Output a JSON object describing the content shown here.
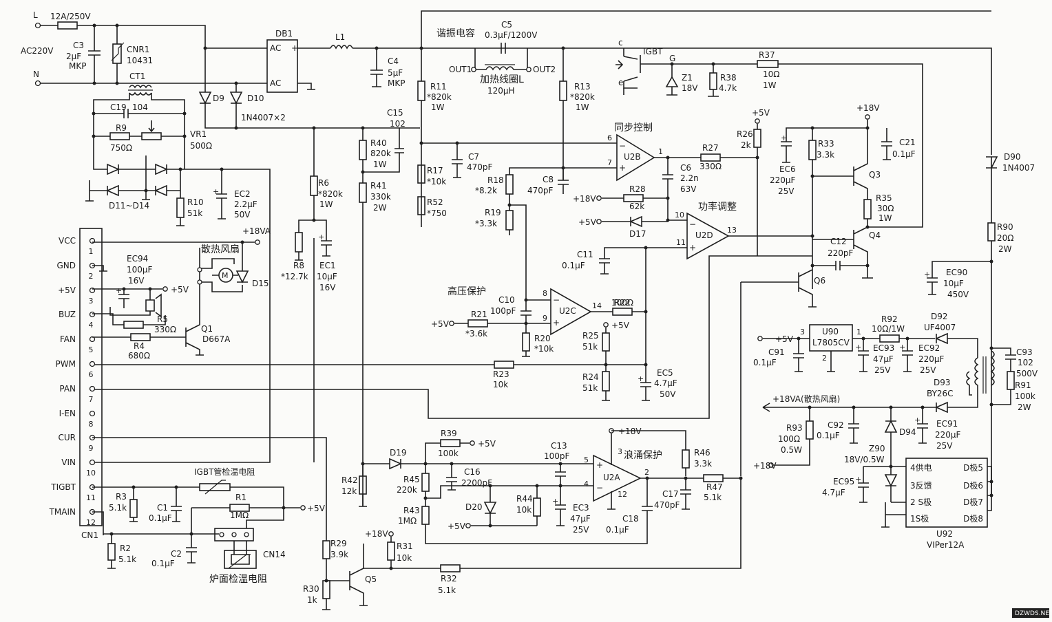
{
  "input": {
    "L": "L",
    "N": "N",
    "ac": "AC220V",
    "fuse": "12A/250V",
    "C3": [
      "C3",
      "2μF",
      "MKP"
    ],
    "CNR1": [
      "CNR1",
      "10431"
    ],
    "CT1": "CT1"
  },
  "rect": {
    "DB1": "DB1",
    "ac1": "AC",
    "ac2": "AC",
    "plus": "+",
    "L1": "L1",
    "C4": [
      "C4",
      "5μF",
      "MKP"
    ],
    "D9": "D9",
    "D10": "D10",
    "diodes": "1N4007×2"
  },
  "res": {
    "C5": [
      "C5",
      "0.3μF/1200V"
    ],
    "res_cap": "谐振电容",
    "out1": "OUT1",
    "out2": "OUT2",
    "coil": [
      "加热线圈L",
      "120μH"
    ],
    "R11": [
      "R11",
      "*820k",
      "1W"
    ],
    "R13": [
      "R13",
      "*820k",
      "1W"
    ],
    "igbt": "IGBT",
    "c": "c",
    "e": "e",
    "G": "G",
    "Z1": [
      "Z1",
      "18V"
    ],
    "R38": [
      "R38",
      "4.7k"
    ],
    "R37": [
      "R37",
      "10Ω",
      "1W"
    ]
  },
  "ct": {
    "C19": "C19",
    "C19v": "104",
    "R9": [
      "R9",
      "750Ω"
    ],
    "VR1": [
      "VR1",
      "500Ω"
    ],
    "D11": "D11~D14",
    "R10": [
      "R10",
      "51k"
    ],
    "EC2": [
      "EC2",
      "2.2μF",
      "50V"
    ]
  },
  "mid": {
    "C15": [
      "C15",
      "102"
    ],
    "R40": [
      "R40",
      "820k",
      "1W"
    ],
    "R41": [
      "R41",
      "330k",
      "2W"
    ],
    "R6": [
      "R6",
      "*820k",
      "1W"
    ],
    "R8": [
      "R8",
      "*12.7k"
    ],
    "EC1": [
      "EC1",
      "10μF",
      "16V"
    ],
    "C7": [
      "C7",
      "470pF"
    ],
    "R17": [
      "R17",
      "*10k"
    ],
    "R52": [
      "R52",
      "*750"
    ],
    "R18": [
      "R18",
      "*8.2k"
    ],
    "R19": [
      "R19",
      "*3.3k"
    ],
    "C8": [
      "C8",
      "470pF"
    ]
  },
  "sync": {
    "title": "同步控制",
    "U2B": "U2B",
    "R27": [
      "R27",
      "330Ω"
    ],
    "R26": [
      "R26",
      "2k"
    ],
    "C6": [
      "C6",
      "2.2n",
      "63V"
    ],
    "R28": [
      "R28",
      "62k"
    ],
    "v18": "+18V",
    "v5": "+5V",
    "p6": "6",
    "p7": "7",
    "p1": "1",
    "minus": "−",
    "plus": "+"
  },
  "power": {
    "title": "功率调整",
    "U2D": "U2D",
    "D17": "D17",
    "C11": [
      "C11",
      "0.1μF"
    ],
    "p10": "10",
    "p11": "11",
    "p13": "13",
    "v5": "+5V"
  },
  "hv": {
    "title": "高压保护",
    "U2C": "U2C",
    "C10": [
      "C10",
      "100pF"
    ],
    "R21": [
      "R21",
      "*3.6k"
    ],
    "R20": [
      "R20",
      "*10k"
    ],
    "R22": [
      "R22",
      "100Ω"
    ],
    "R25": [
      "R25",
      "51k"
    ],
    "R24": [
      "R24",
      "51k"
    ],
    "R23": [
      "R23",
      "10k"
    ],
    "EC5": [
      "EC5",
      "4.7μF",
      "50V"
    ],
    "p8": "8",
    "p9": "9",
    "p14": "14",
    "v5a": "+5V",
    "v5b": "+5V"
  },
  "drv": {
    "v18": "+18V",
    "v5": "+5V",
    "EC6": [
      "EC6",
      "220μF",
      "25V"
    ],
    "R33": [
      "R33",
      "3.3k"
    ],
    "C21": [
      "C21",
      "0.1μF"
    ],
    "Q3": "Q3",
    "R35": [
      "R35",
      "30Ω",
      "1W"
    ],
    "Q4": "Q4",
    "C12": [
      "C12",
      "220pF"
    ],
    "Q6": "Q6"
  },
  "cn1": {
    "pins": [
      "VCC",
      "GND",
      "+5V",
      "BUZ",
      "FAN",
      "PWM",
      "PAN",
      "I-EN",
      "CUR",
      "VIN",
      "TIGBT",
      "TMAIN"
    ],
    "nums": [
      "1",
      "2",
      "3",
      "4",
      "5",
      "6",
      "7",
      "8",
      "9",
      "10",
      "11",
      "12"
    ],
    "name": "CN1"
  },
  "left": {
    "EC94": [
      "EC94",
      "100μF",
      "16V"
    ],
    "v5": "+5V",
    "R5": [
      "R5",
      "330Ω"
    ],
    "R4": [
      "R4",
      "680Ω"
    ],
    "Q1": [
      "Q1",
      "D667A"
    ],
    "fan": "散热风扇",
    "D15": "D15",
    "v18a": "+18VA",
    "M": "M",
    "igbt_th": "IGBT管检温电阻",
    "R3": [
      "R3",
      "5.1k"
    ],
    "C1": [
      "C1",
      "0.1μF"
    ],
    "R1": [
      "R1",
      "1MΩ"
    ],
    "v5b": "+5V",
    "R2": [
      "R2",
      "5.1k"
    ],
    "C2": [
      "C2",
      "0.1μF"
    ],
    "CN14": "CN14",
    "pan_th": "炉面检温电阻"
  },
  "surge": {
    "title": "浪涌保护",
    "U2A": "U2A",
    "D19": "D19",
    "R39": [
      "R39",
      "100k"
    ],
    "v5": "+5V",
    "C16": [
      "C16",
      "2200pF"
    ],
    "R45": [
      "R45",
      "220k"
    ],
    "R43": [
      "R43",
      "1MΩ"
    ],
    "R42": [
      "R42",
      "12k"
    ],
    "D20": "D20",
    "v5b": "+5V",
    "R44": [
      "R44",
      "10k"
    ],
    "C13": [
      "C13",
      "100pF"
    ],
    "EC3": [
      "EC3",
      "47μF",
      "25V"
    ],
    "C18": [
      "C18",
      "0.1μF"
    ],
    "v18": "+18V",
    "R46": [
      "R46",
      "3.3k"
    ],
    "C17": [
      "C17",
      "470pF"
    ],
    "R47": [
      "R47",
      "5.1k"
    ],
    "p3": "3",
    "p4": "4",
    "p5": "5",
    "p2": "2",
    "p12": "12",
    "R29": [
      "R29",
      "3.9k"
    ],
    "R30": [
      "R30",
      "1k"
    ],
    "R31": [
      "R31",
      "10k"
    ],
    "v18b": "+18V",
    "Q5": "Q5",
    "R32": [
      "R32",
      "5.1k"
    ]
  },
  "psu": {
    "D90": [
      "D90",
      "1N4007"
    ],
    "R90": [
      "R90",
      "20Ω",
      "2W"
    ],
    "EC90": [
      "EC90",
      "10μF",
      "450V"
    ],
    "U90": [
      "U90",
      "L7805CV"
    ],
    "u90p": [
      "3",
      "1",
      "2"
    ],
    "v5": "+5V",
    "C91": [
      "C91",
      "0.1μF"
    ],
    "EC93": [
      "EC93",
      "47μF",
      "25V"
    ],
    "R92": [
      "R92",
      "10Ω/1W"
    ],
    "D92": [
      "D92",
      "UF4007"
    ],
    "EC92": [
      "EC92",
      "220μF",
      "25V"
    ],
    "C93": [
      "C93",
      "102",
      "500V"
    ],
    "R91": [
      "R91",
      "100k",
      "2W"
    ],
    "D93": [
      "D93",
      "BY26C"
    ],
    "EC91": [
      "EC91",
      "220μF",
      "25V"
    ],
    "out": "+18VA(散热风扇)",
    "R93": [
      "R93",
      "100Ω",
      "0.5W"
    ],
    "C92": [
      "C92",
      "0.1μF"
    ],
    "D94": "D94",
    "v18": "+18V",
    "Z90": [
      "Z90",
      "18V/0.5W"
    ],
    "EC95": [
      "EC95",
      "4.7μF"
    ],
    "U92": [
      "U92",
      "VIPer12A"
    ],
    "u92l": [
      "4供电",
      "3反馈",
      "2 S极",
      "1S极"
    ],
    "u92r": [
      "D极5",
      "D极6",
      "D极7",
      "D极8"
    ]
  },
  "watermark": "DZWDS.NET"
}
